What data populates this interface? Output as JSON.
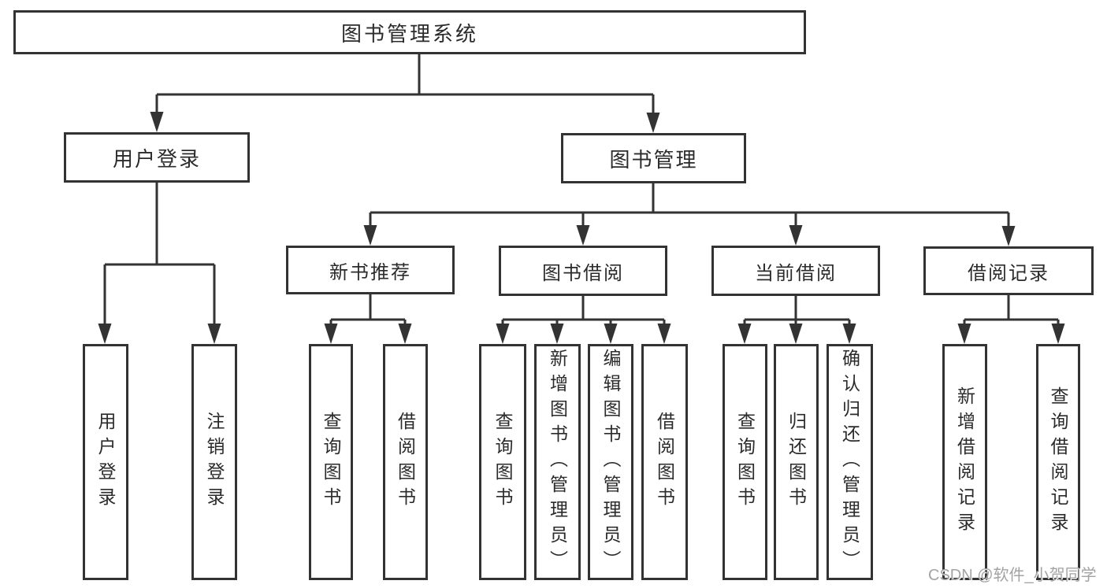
{
  "diagram_type": "feature-tree",
  "colors": {
    "background": "#ffffff",
    "box_border": "#333333",
    "connector_line": "#333333",
    "text": "#2b2b2b",
    "watermark_text": "#a3a3a3"
  },
  "tree": {
    "label": "图书管理系统",
    "children": [
      {
        "label": "用户登录",
        "children": [
          {
            "label": "用户登录"
          },
          {
            "label": "注销登录"
          }
        ]
      },
      {
        "label": "图书管理",
        "children": [
          {
            "label": "新书推荐",
            "children": [
              {
                "label": "查询图书"
              },
              {
                "label": "借阅图书"
              }
            ]
          },
          {
            "label": "图书借阅",
            "children": [
              {
                "label": "查询图书"
              },
              {
                "label": "新增图书（管理员）"
              },
              {
                "label": "编辑图书（管理员）"
              },
              {
                "label": "借阅图书"
              }
            ]
          },
          {
            "label": "当前借阅",
            "children": [
              {
                "label": "查询图书"
              },
              {
                "label": "归还图书"
              },
              {
                "label": "确认归还（管理员）"
              }
            ]
          },
          {
            "label": "借阅记录",
            "children": [
              {
                "label": "新增借阅记录"
              },
              {
                "label": "查询借阅记录"
              }
            ]
          }
        ]
      }
    ]
  },
  "watermark": {
    "text": "CSDN @软件_小贺同学"
  }
}
